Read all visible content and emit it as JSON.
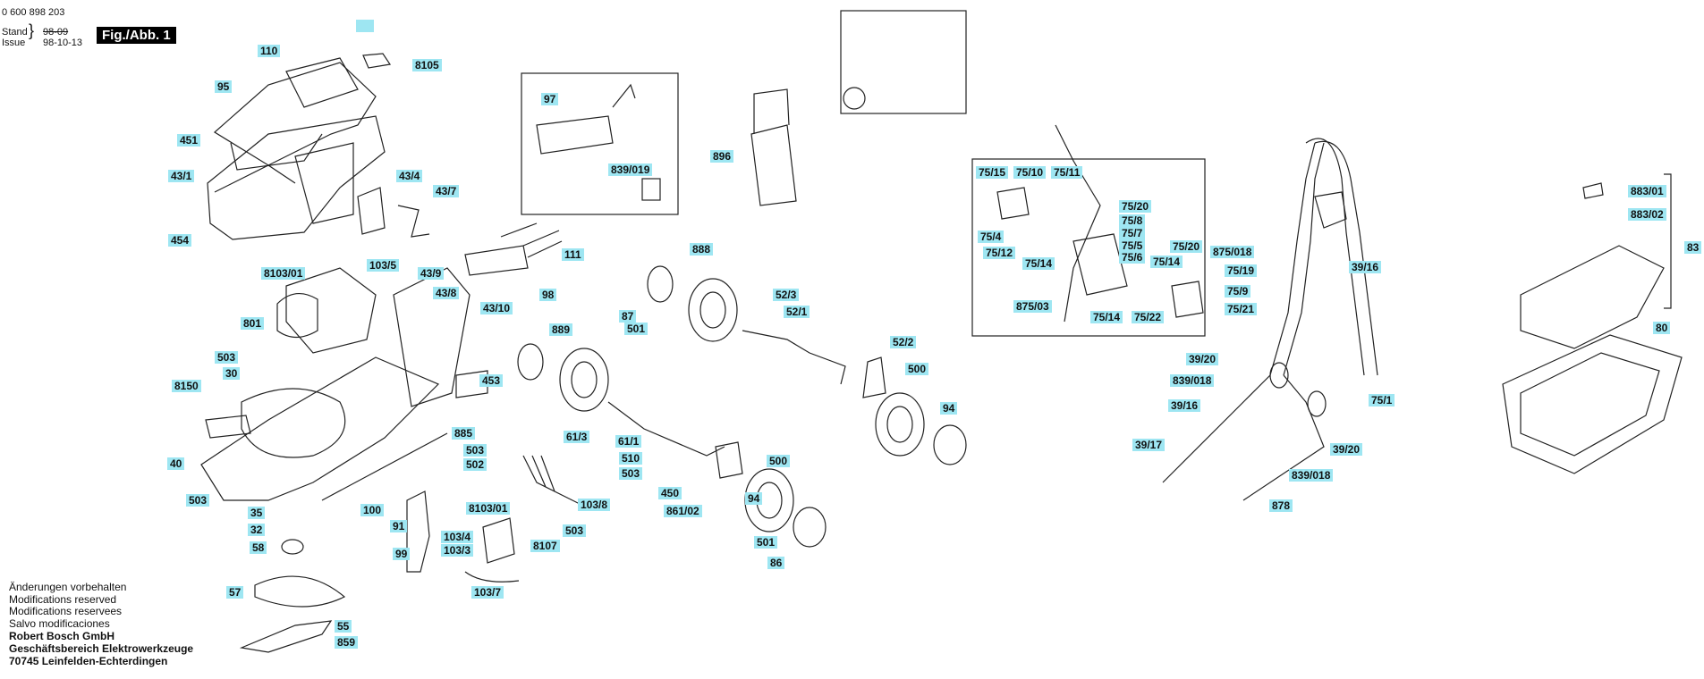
{
  "header": {
    "doc_number": "0 600 898 203",
    "stand_label": "Stand",
    "stand_value": "98-09",
    "issue_label": "Issue",
    "issue_value": "98-10-13",
    "figure": "Fig./Abb. 1"
  },
  "labels": [
    "110",
    "8105",
    "95",
    "451",
    "43/1",
    "454",
    "43/4",
    "43/7",
    "111",
    "98",
    "43/9",
    "43/8",
    "43/10",
    "8103/01",
    "103/5",
    "801",
    "503",
    "30",
    "8150",
    "453",
    "885",
    "40",
    "503",
    "502",
    "503",
    "35",
    "32",
    "100",
    "91",
    "99",
    "58",
    "57",
    "55",
    "859",
    "8103/01",
    "103/8",
    "103/4",
    "103/3",
    "8107",
    "503",
    "103/7",
    "97",
    "839/019",
    "896",
    "888",
    "87",
    "501",
    "52/3",
    "52/1",
    "52/2",
    "500",
    "94",
    "889",
    "61/3",
    "61/1",
    "510",
    "503",
    "500",
    "450",
    "861/02",
    "94",
    "501",
    "86",
    "75/15",
    "75/10",
    "75/11",
    "75/20",
    "75/8",
    "75/7",
    "75/5",
    "75/6",
    "75/4",
    "75/12",
    "75/14",
    "875/03",
    "75/14",
    "75/22",
    "75/14",
    "75/20",
    "875/018",
    "75/19",
    "75/9",
    "75/21",
    "39/16",
    "39/20",
    "839/018",
    "39/16",
    "39/17",
    "839/018",
    "39/20",
    "878",
    "75/1",
    "883/01",
    "883/02",
    "83",
    "80"
  ],
  "footer": {
    "line1": "Änderungen vorbehalten",
    "line2": "Modifications reserved",
    "line3": "Modifications reservees",
    "line4": "Salvo modificaciones",
    "company": "Robert Bosch GmbH",
    "division": "Geschäftsbereich Elektrowerkzeuge",
    "address": "70745 Leinfelden-Echterdingen"
  }
}
